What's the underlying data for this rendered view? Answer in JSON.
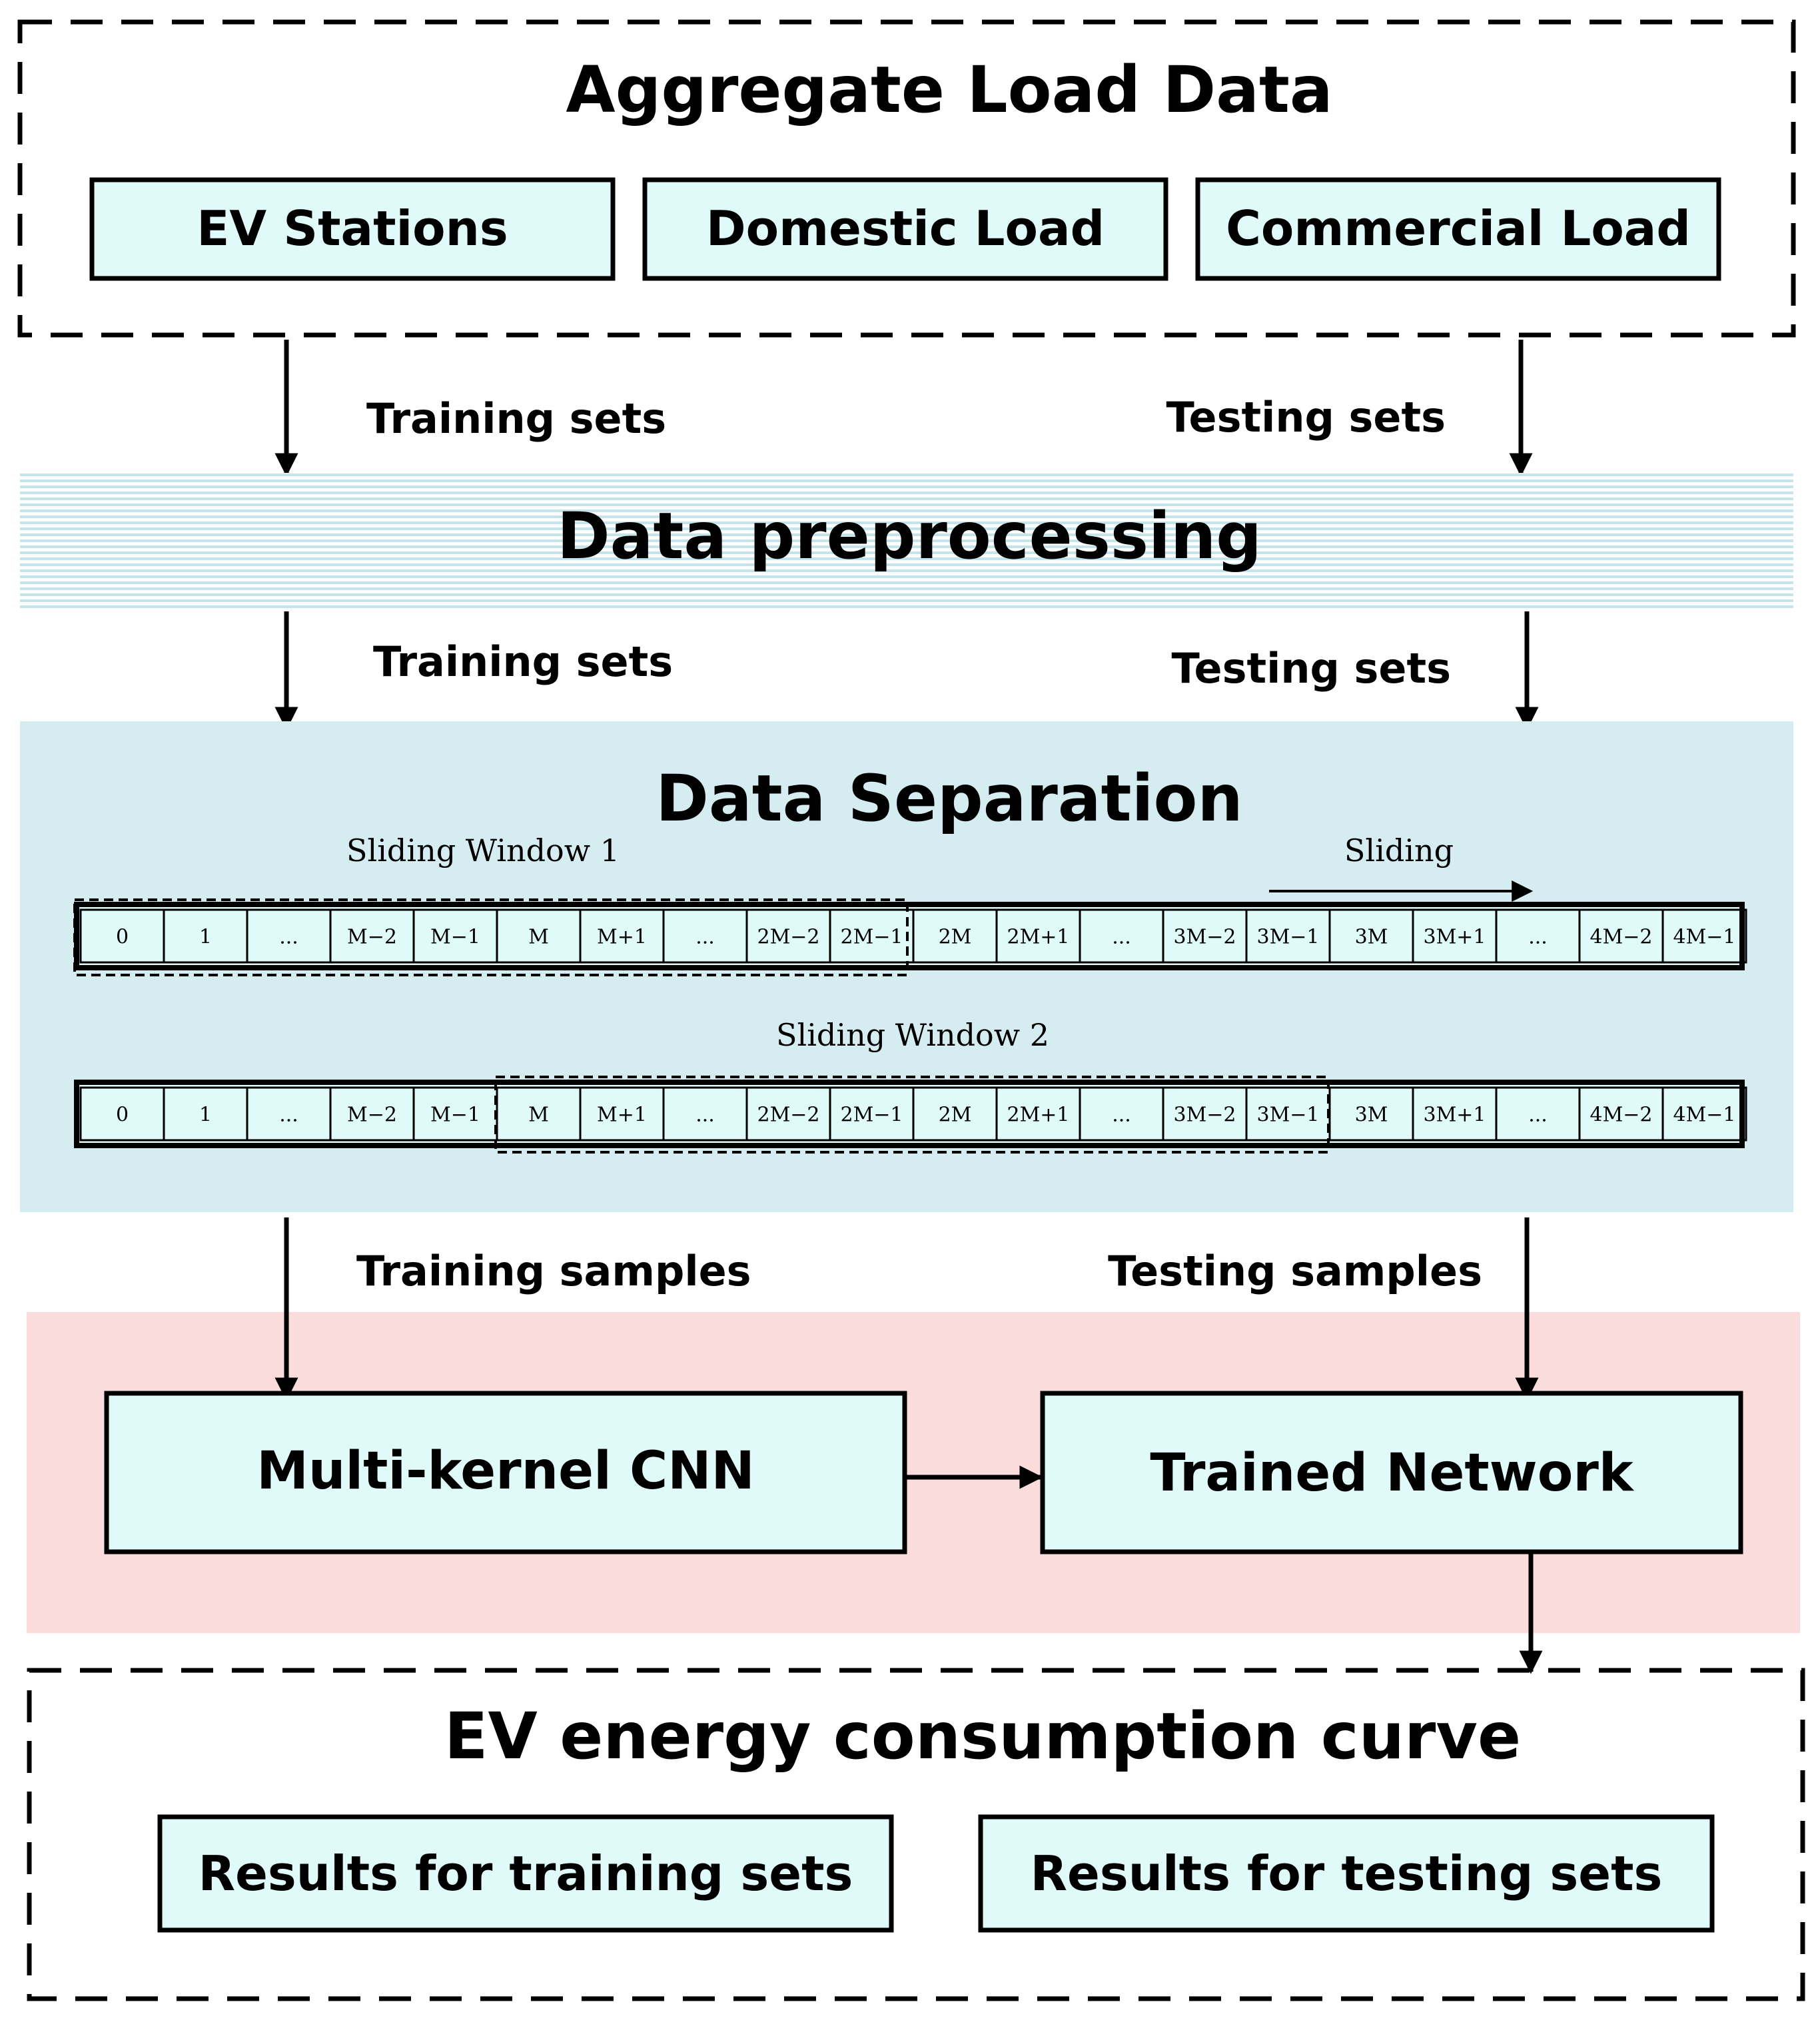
{
  "aggregate": {
    "title": "Aggregate Load Data",
    "sources": [
      "EV Stations",
      "Domestic Load",
      "Commercial Load"
    ]
  },
  "flow1": {
    "left_label": "Training sets",
    "right_label": "Testing sets"
  },
  "preprocessing": {
    "title": "Data preprocessing"
  },
  "flow2": {
    "left_label": "Training sets",
    "right_label": "Testing sets"
  },
  "separation": {
    "title": "Data Separation",
    "window1_label": "Sliding Window 1",
    "window2_label": "Sliding Window 2",
    "sliding_label": "Sliding",
    "cells": [
      "0",
      "1",
      "...",
      "M−2",
      "M−1",
      "M",
      "M+1",
      "...",
      "2M−2",
      "2M−1",
      "2M",
      "2M+1",
      "...",
      "3M−2",
      "3M−1",
      "3M",
      "3M+1",
      "...",
      "4M−2",
      "4M−1"
    ]
  },
  "flow3": {
    "left_label": "Training samples",
    "right_label": "Testing samples"
  },
  "training": {
    "cnn_label": "Multi-kernel CNN",
    "trained_label": "Trained Network"
  },
  "output": {
    "title": "EV energy consumption curve",
    "results": [
      "Results for training sets",
      "Results for testing sets"
    ]
  },
  "colors": {
    "box_fill": "#e0fafa",
    "separation_bg": "#d5ecf1",
    "training_bg": "#f9dcdb",
    "preprocess_line": "#c4e3ea"
  }
}
